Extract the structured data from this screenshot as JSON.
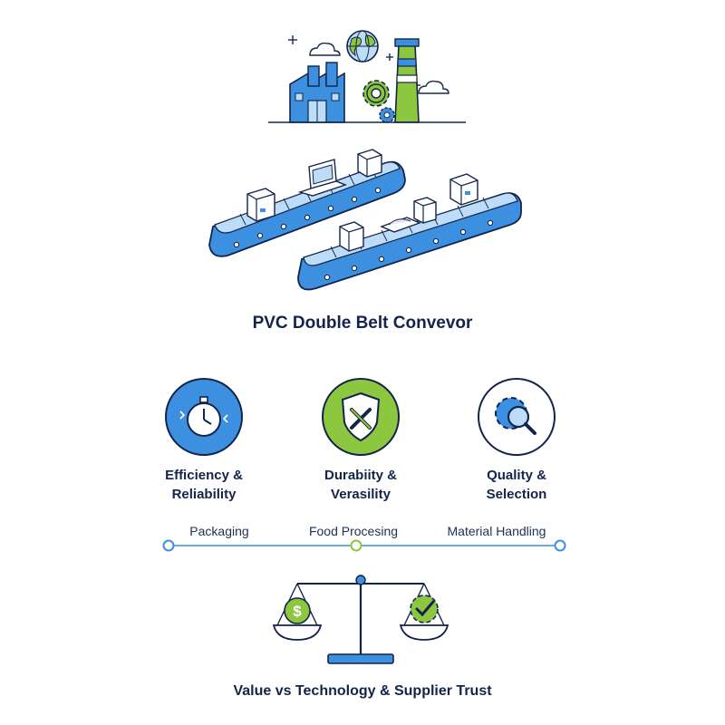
{
  "palette": {
    "blue": "#3d8fe0",
    "light_blue": "#bcdcf7",
    "navy": "#13244a",
    "green": "#8dc63f",
    "background": "#ffffff"
  },
  "hero": {
    "icons": [
      "factory-icon",
      "globe-icon",
      "gear-icon",
      "chimney-icon",
      "cloud-icon",
      "sparkle-icon"
    ],
    "conveyor_items": [
      "box-icon",
      "laptop-icon",
      "box-icon",
      "box-icon",
      "granules-tray-icon",
      "box-icon"
    ]
  },
  "main_title": "PVC Double Belt Convevor",
  "features": [
    {
      "icon": "stopwatch-icon",
      "line1": "Efficiency &",
      "line2": "Reliability",
      "style": "filled-blue"
    },
    {
      "icon": "shield-tools-icon",
      "line1": "Durabiity &",
      "line2": "Verasility",
      "style": "filled-green"
    },
    {
      "icon": "gear-magnifier-icon",
      "line1": "Quality &",
      "line2": "Selection",
      "style": "outline"
    }
  ],
  "timeline": {
    "stops": [
      {
        "label": "Packaging",
        "color": "#3d8fe0"
      },
      {
        "label": "Food Procesing",
        "color": "#8dc63f"
      },
      {
        "label": "Material Handling",
        "color": "#3d8fe0"
      }
    ]
  },
  "balance": {
    "left_icon": "dollar-icon",
    "right_icon": "gear-check-icon"
  },
  "footer_title": "Value vs Technology & Supplier Trust"
}
